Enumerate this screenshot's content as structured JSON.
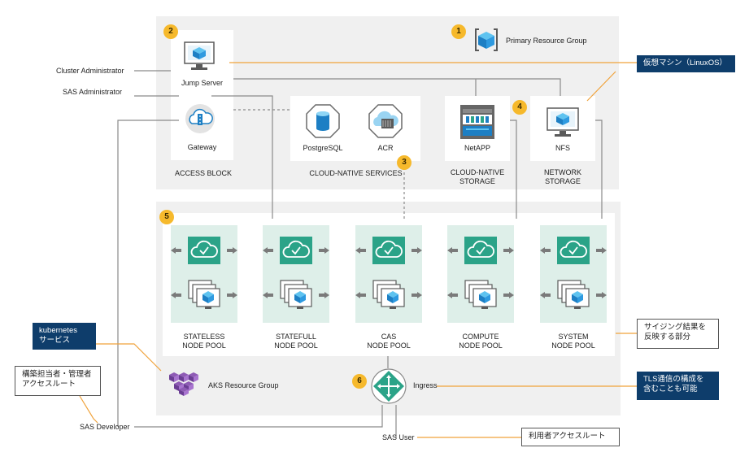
{
  "badges": [
    "1",
    "2",
    "3",
    "4",
    "5",
    "6"
  ],
  "primary_group": {
    "label": "Primary Resource Group",
    "icon": "resource-group-icon"
  },
  "access_block": {
    "title": "ACCESS BLOCK",
    "jump_server": "Jump Server",
    "gateway": "Gateway"
  },
  "cloud_native_services": {
    "title": "CLOUD-NATIVE SERVICES",
    "postgres": "PostgreSQL",
    "acr": "ACR"
  },
  "cloud_native_storage": {
    "name": "NetAPP",
    "title_line1": "CLOUD-NATIVE",
    "title_line2": "STORAGE"
  },
  "network_storage": {
    "name": "NFS",
    "title_line1": "NETWORK",
    "title_line2": "STORAGE"
  },
  "pools": [
    {
      "line1": "STATELESS",
      "line2": "NODE POOL"
    },
    {
      "line1": "STATEFULL",
      "line2": "NODE POOL"
    },
    {
      "line1": "CAS",
      "line2": "NODE POOL"
    },
    {
      "line1": "COMPUTE",
      "line2": "NODE POOL"
    },
    {
      "line1": "SYSTEM",
      "line2": "NODE POOL"
    }
  ],
  "aks_group": "AKS Resource Group",
  "ingress": "Ingress",
  "actors": {
    "cluster_admin": "Cluster Administrator",
    "sas_admin": "SAS Administrator",
    "sas_developer": "SAS Developer",
    "sas_user": "SAS User"
  },
  "callouts": {
    "vm": "仮想マシン（LinuxOS）",
    "kubernetes_line1": "kubernetes",
    "kubernetes_line2": "サービス",
    "build_line1": "構築担当者・管理者",
    "build_line2": "アクセスルート",
    "sizing_line1": "サイジング結果を",
    "sizing_line2": "反映する部分",
    "tls_line1": "TLS通信の構成を",
    "tls_line2": "含むことも可能",
    "user_route": "利用者アクセスルート"
  },
  "colors": {
    "navy": "#0e3d6b",
    "badge": "#f6b92c",
    "orange_line": "#f0a23a",
    "teal": "#2ba388",
    "pool_bg": "#deefe9",
    "region_bg": "#f0f0f0"
  }
}
